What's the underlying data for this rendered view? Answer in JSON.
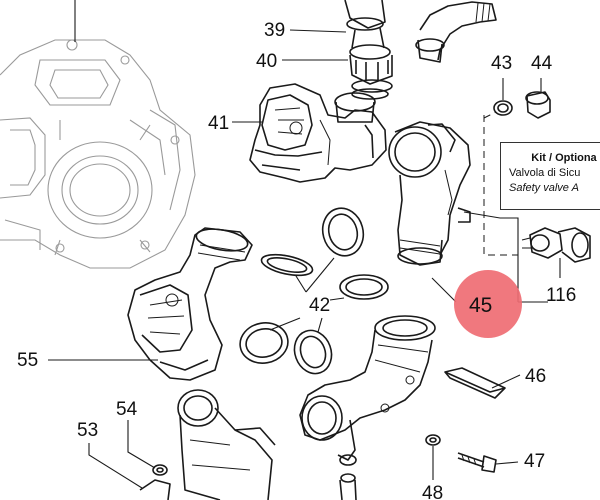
{
  "labels": {
    "l39": "39",
    "l40": "40",
    "l41": "41",
    "l42": "42",
    "l43": "43",
    "l44": "44",
    "l45": "45",
    "l46": "46",
    "l47": "47",
    "l48": "48",
    "l53": "53",
    "l54": "54",
    "l55": "55",
    "l116": "116"
  },
  "kit_box": {
    "title": "Kit / Optiona",
    "line_it": "Valvola di Sicu",
    "line_en": "Safety valve A"
  },
  "highlight": {
    "part": "45",
    "color": "#ef6d73"
  }
}
